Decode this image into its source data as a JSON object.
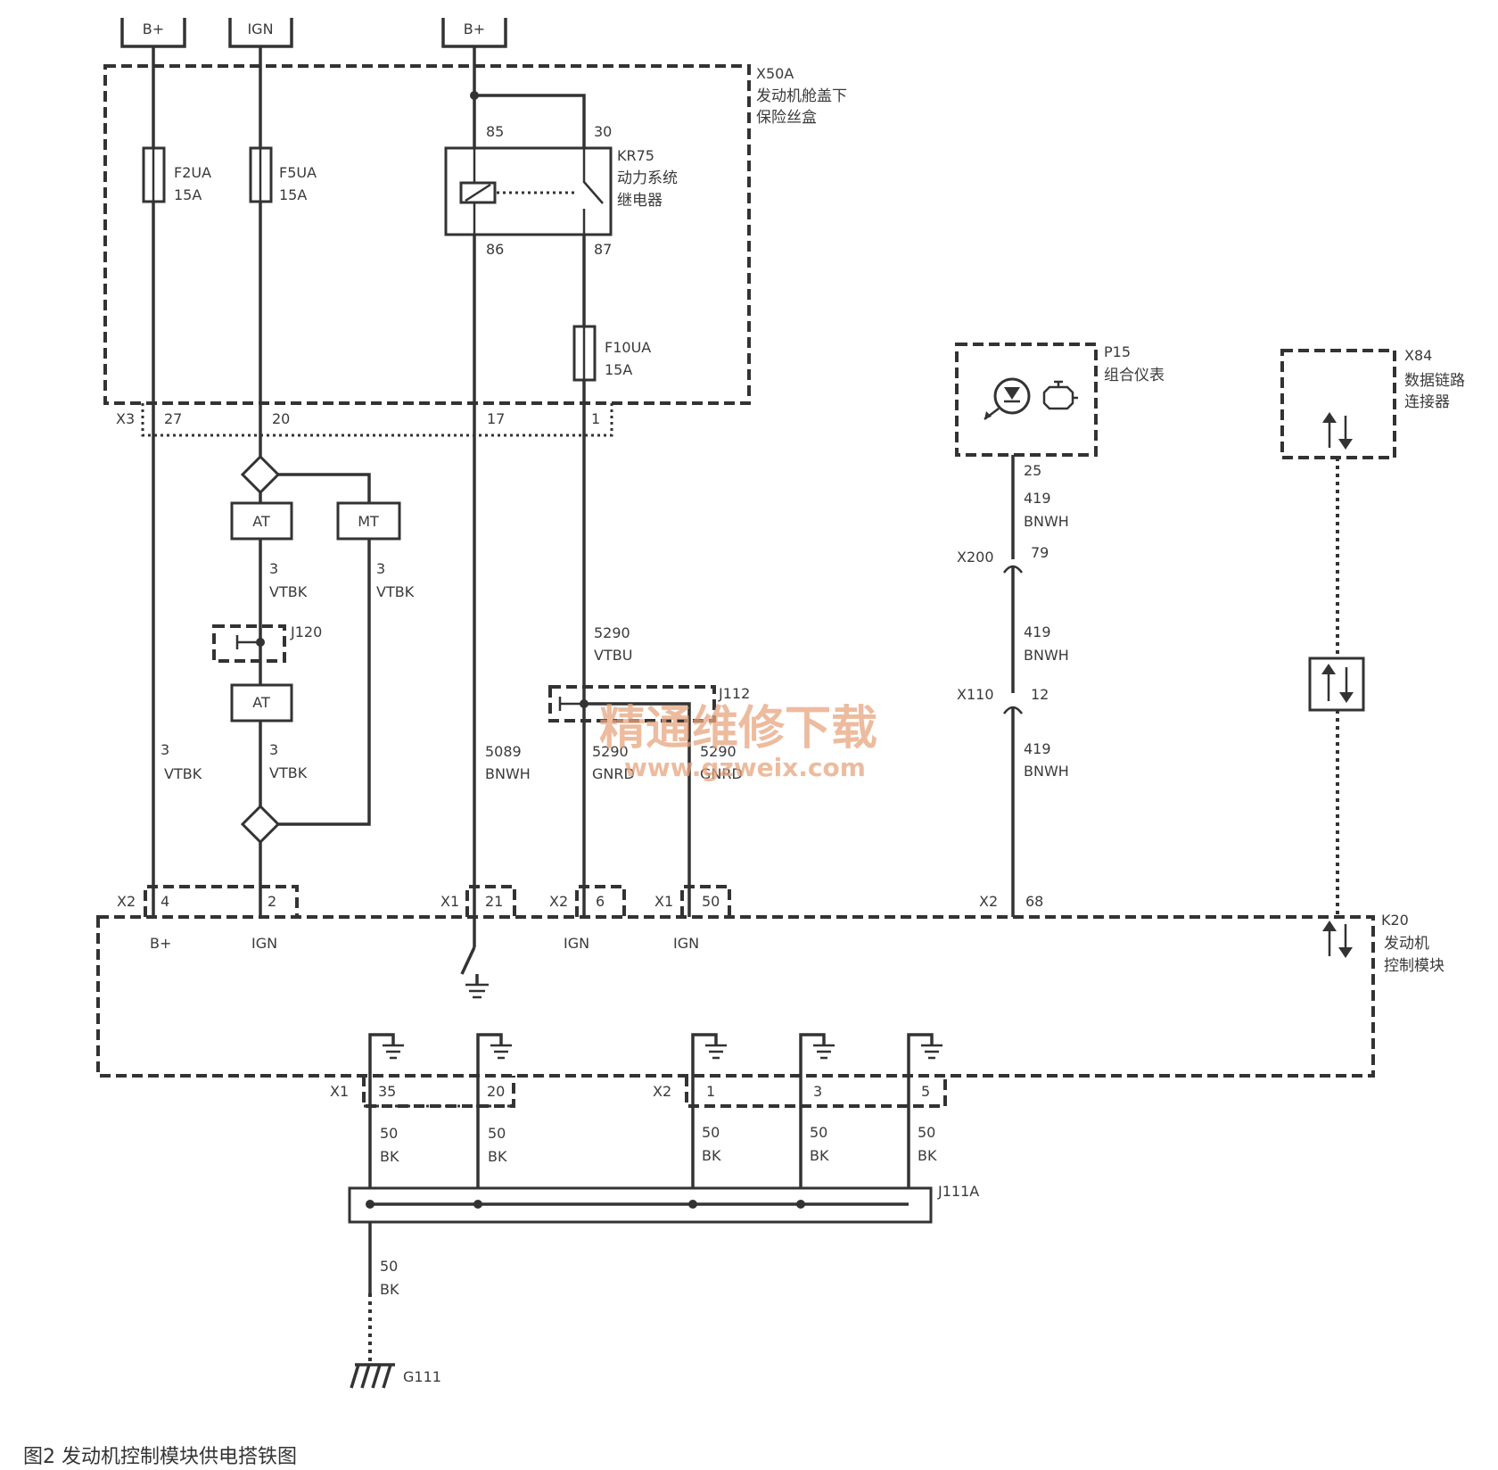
{
  "supplies": [
    "B+",
    "IGN",
    "B+"
  ],
  "fusebox": {
    "id": "X50A",
    "name_line1": "发动机舱盖下",
    "name_line2": "保险丝盒"
  },
  "fuses": [
    {
      "id": "F2UA",
      "rating": "15A"
    },
    {
      "id": "F5UA",
      "rating": "15A"
    },
    {
      "id": "F10UA",
      "rating": "15A"
    }
  ],
  "relay": {
    "id": "KR75",
    "name_line1": "动力系统",
    "name_line2": "继电器",
    "pins": [
      "85",
      "30",
      "86",
      "87"
    ]
  },
  "connector_x3": {
    "id": "X3",
    "pins": [
      "27",
      "20",
      "17",
      "1"
    ]
  },
  "variants": {
    "at": "AT",
    "mt": "MT"
  },
  "splice_j120": "J120",
  "splice_j112": "J112",
  "splice_j111a": "J111A",
  "wires": {
    "vtbk": {
      "num": "3",
      "color": "VTBK"
    },
    "w5290_vtbu": {
      "num": "5290",
      "color": "VTBU"
    },
    "w5089": {
      "num": "5089",
      "color": "BNWH"
    },
    "w5290_gnrd": {
      "num": "5290",
      "color": "GNRD"
    },
    "w419": {
      "num": "419",
      "color": "BNWH"
    },
    "ground": {
      "num": "50",
      "color": "BK"
    }
  },
  "cluster": {
    "id": "P15",
    "name": "组合仪表",
    "pin": "25"
  },
  "dlc": {
    "id": "X84",
    "name_line1": "数据链路",
    "name_line2": "连接器"
  },
  "inline_connectors": [
    {
      "id": "X200",
      "pin": "79"
    },
    {
      "id": "X110",
      "pin": "12"
    }
  ],
  "ecm": {
    "id": "K20",
    "name_line1": "发动机",
    "name_line2": "控制模块",
    "top_connectors": [
      {
        "id": "X2",
        "pin": "4",
        "signal": "B+"
      },
      {
        "id": "",
        "pin": "2",
        "signal": "IGN"
      },
      {
        "id": "X1",
        "pin": "21",
        "signal": ""
      },
      {
        "id": "X2",
        "pin": "6",
        "signal": "IGN"
      },
      {
        "id": "X1",
        "pin": "50",
        "signal": "IGN"
      },
      {
        "id": "X2",
        "pin": "68",
        "signal": ""
      }
    ],
    "ground_connectors": [
      {
        "id": "X1",
        "pins": [
          "35",
          "20"
        ]
      },
      {
        "id": "X2",
        "pins": [
          "1",
          "3",
          "5"
        ]
      }
    ]
  },
  "ground_point": "G111",
  "watermark": {
    "text": "精通维修下载",
    "url": "www.gzweix.com"
  },
  "caption": "图2  发动机控制模块供电搭铁图"
}
